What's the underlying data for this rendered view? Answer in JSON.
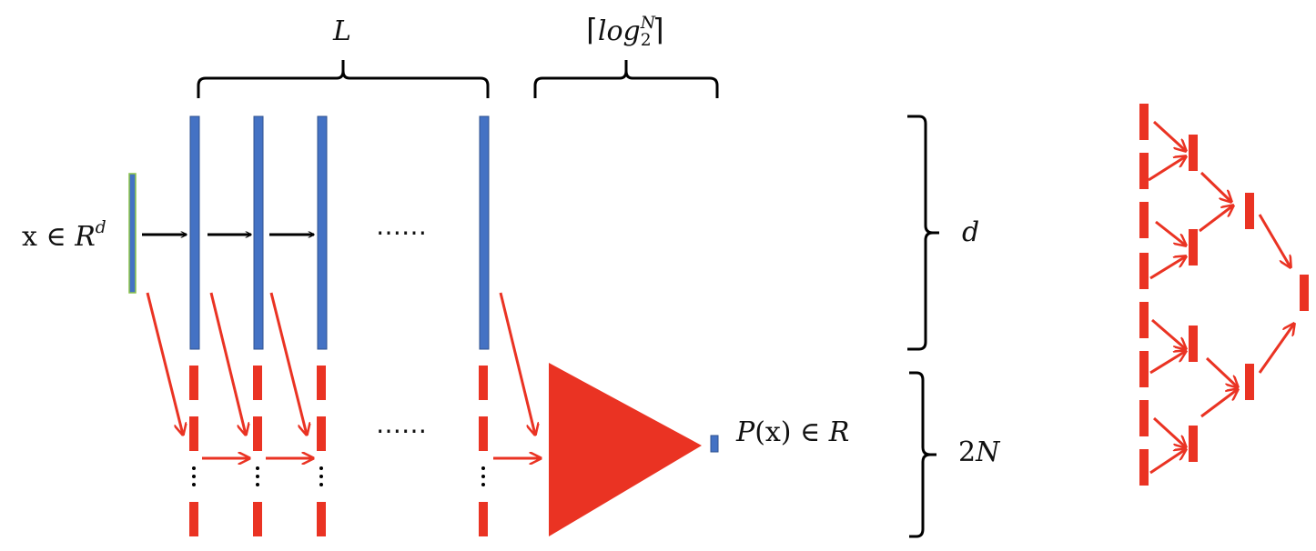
{
  "labels": {
    "L": "L",
    "log_base": "log",
    "log_sub": "2",
    "log_sup": "N",
    "input_x": "x ∈ ",
    "input_R": "R",
    "input_sup": "d",
    "dots_top": "⋯⋯",
    "dots_bottom": "⋯⋯",
    "d": "d",
    "twoN": "2",
    "twoN_N": "N",
    "out_P": "P",
    "out_x": "(x) ∈ ",
    "out_R": "R"
  },
  "colors": {
    "layer_fill": "#4472C4",
    "layer_stroke": "#2F528F",
    "input_fill": "#4472C4",
    "input_stroke": "#8BC34A",
    "red": "#EA3323",
    "black": "#000000"
  }
}
